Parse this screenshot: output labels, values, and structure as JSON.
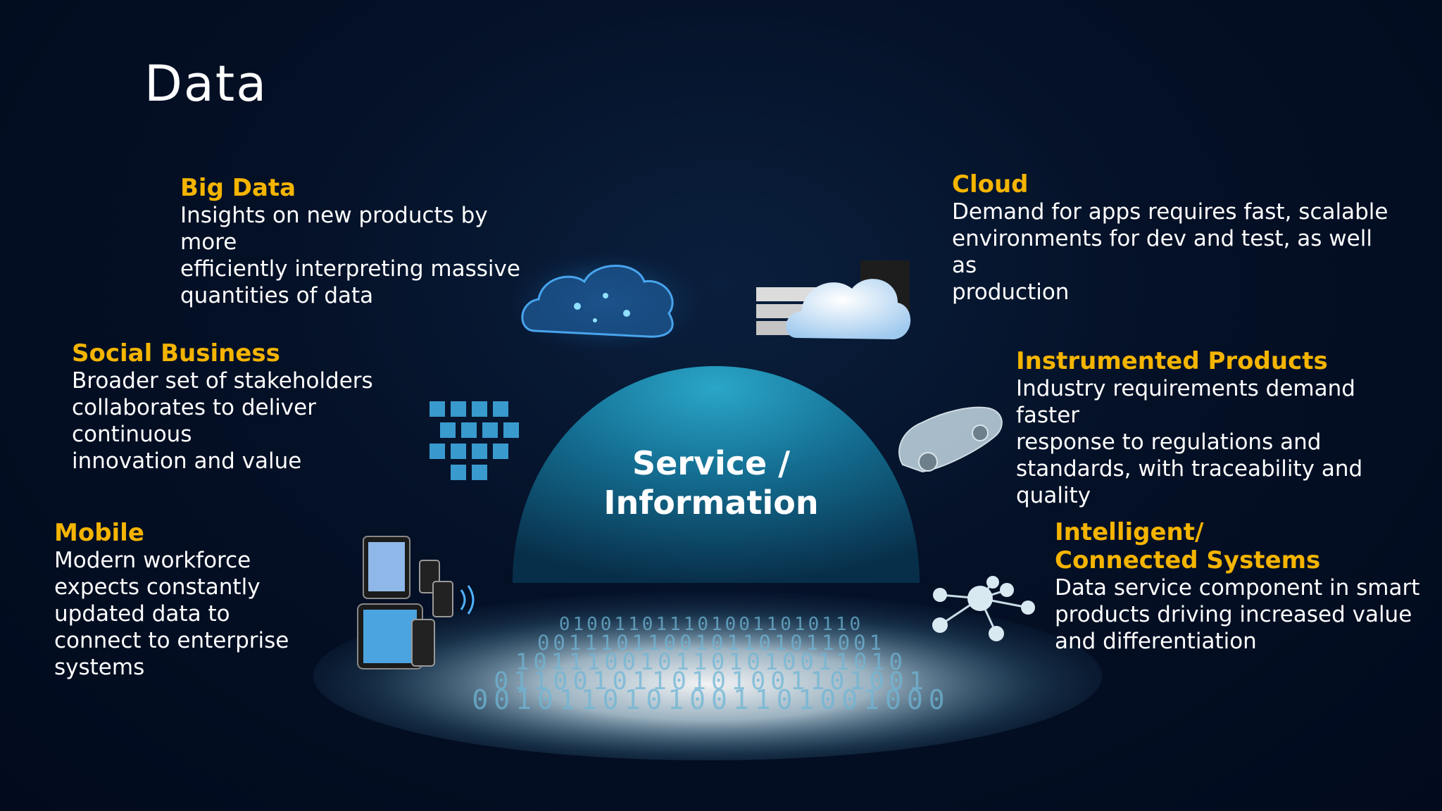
{
  "title": "Data",
  "center": {
    "line1": "Service /",
    "line2": "Information"
  },
  "blocks": {
    "big_data": {
      "heading": "Big Data",
      "lines": [
        "Insights on new products by more",
        "efficiently interpreting massive",
        "quantities of data"
      ]
    },
    "social": {
      "heading": "Social Business",
      "lines": [
        "Broader set of stakeholders",
        "collaborates to deliver continuous",
        "innovation and value"
      ]
    },
    "mobile": {
      "heading": "Mobile",
      "lines": [
        "Modern workforce",
        "expects constantly",
        "updated data to",
        "connect to enterprise systems"
      ]
    },
    "cloud": {
      "heading": "Cloud",
      "lines": [
        "Demand for apps requires fast, scalable",
        "environments for dev and test, as well as",
        "production"
      ]
    },
    "instrumented": {
      "heading": "Instrumented Products",
      "lines": [
        "Industry requirements demand faster",
        "response to regulations and",
        "standards, with traceability and",
        "quality"
      ]
    },
    "intelligent": {
      "heading_lines": [
        "Intelligent/",
        "Connected Systems"
      ],
      "lines": [
        "Data service component in smart",
        "products driving increased value",
        "and differentiation"
      ]
    }
  },
  "binary_rows": [
    "0100110111010011010110",
    "0011101100101101011001",
    "1011100101101010011010",
    "0110010110101001101001",
    "0010110101001101001000"
  ],
  "colors": {
    "accent": "#f4b400",
    "background": "#03102a",
    "dome": "#1a7fa3"
  },
  "icons": [
    "data-cloud-icon",
    "network-grid-icon",
    "mobile-devices-icon",
    "server-cloud-icon",
    "car-icon",
    "connected-nodes-icon"
  ]
}
